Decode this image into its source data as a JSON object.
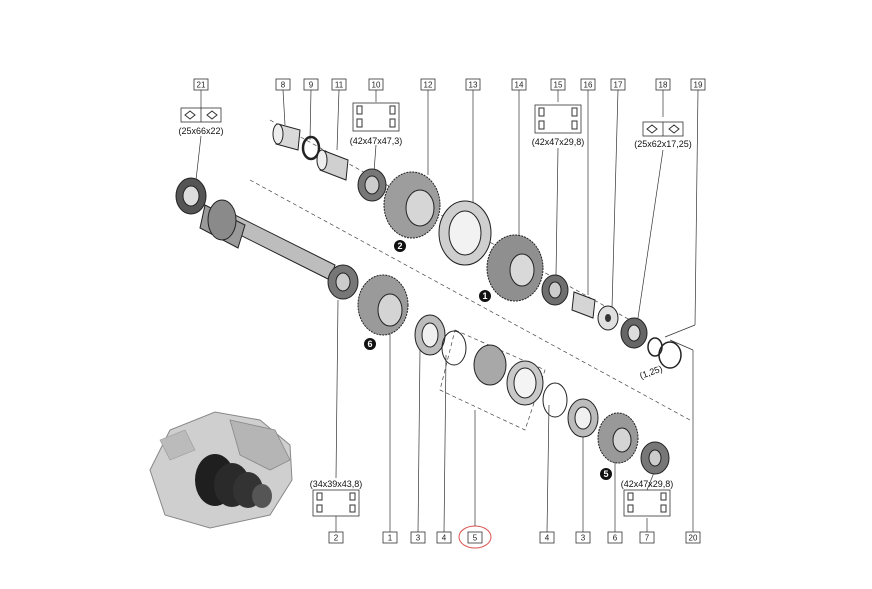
{
  "callouts_top": [
    "21",
    "8",
    "9",
    "11",
    "10",
    "12",
    "13",
    "14",
    "15",
    "16",
    "17",
    "18",
    "19"
  ],
  "callouts_bottom": [
    "2",
    "1",
    "3",
    "4",
    "5",
    "4",
    "3",
    "6",
    "7",
    "20"
  ],
  "dimensions": {
    "bearing_21": "(25x66x22)",
    "bearing_10": "(42x47x47,3)",
    "bearing_15": "(42x47x29,8)",
    "bearing_18": "(25x62x17,25)",
    "bearing_2": "(34x39x43,8)",
    "bearing_7": "(42x47x29,8)",
    "shim_19": "(1,25)"
  },
  "gear_markers": [
    "1",
    "2",
    "5",
    "6"
  ],
  "colors": {
    "highlight": "#d9534f",
    "ink": "#222222",
    "marker": "#111111"
  }
}
